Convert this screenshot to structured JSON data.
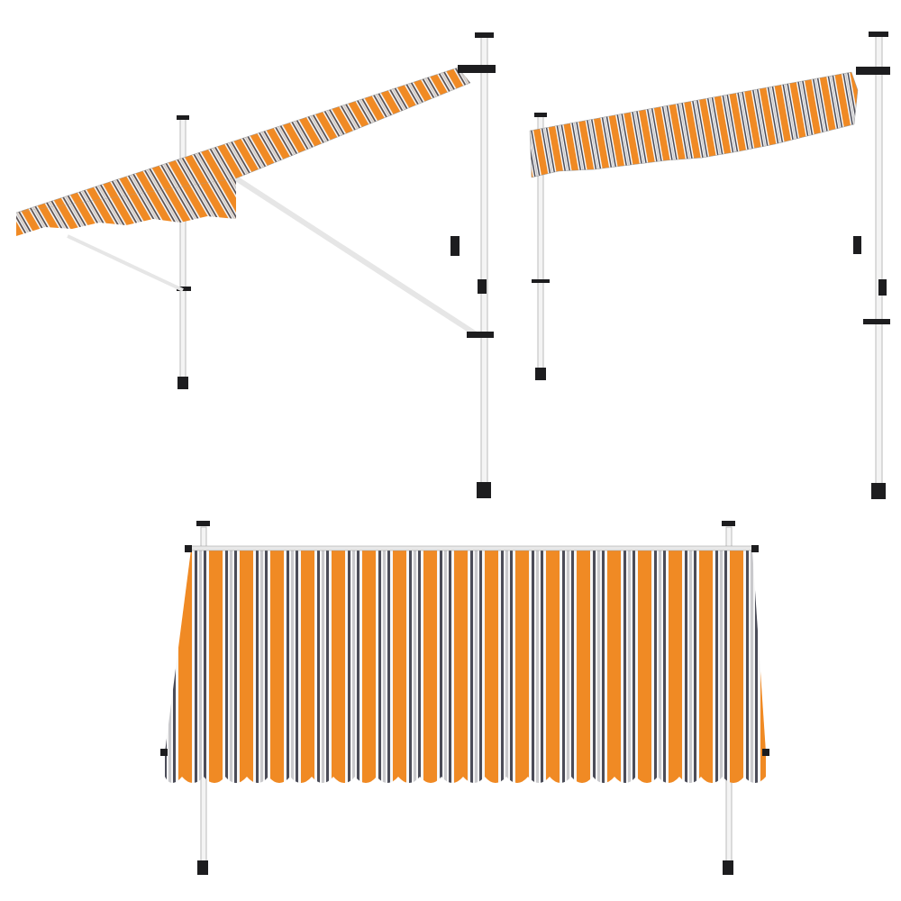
{
  "colors": {
    "background": "#ffffff",
    "stripe_orange": "#f08a24",
    "stripe_dark": "#4b4c58",
    "stripe_light": "#c9c9cc",
    "stripe_white": "#f6f6f6",
    "pole": "#f4f4f4",
    "fitting": "#1d1d1f"
  },
  "views": [
    {
      "id": "side-extended"
    },
    {
      "id": "side-angled"
    },
    {
      "id": "front"
    }
  ]
}
